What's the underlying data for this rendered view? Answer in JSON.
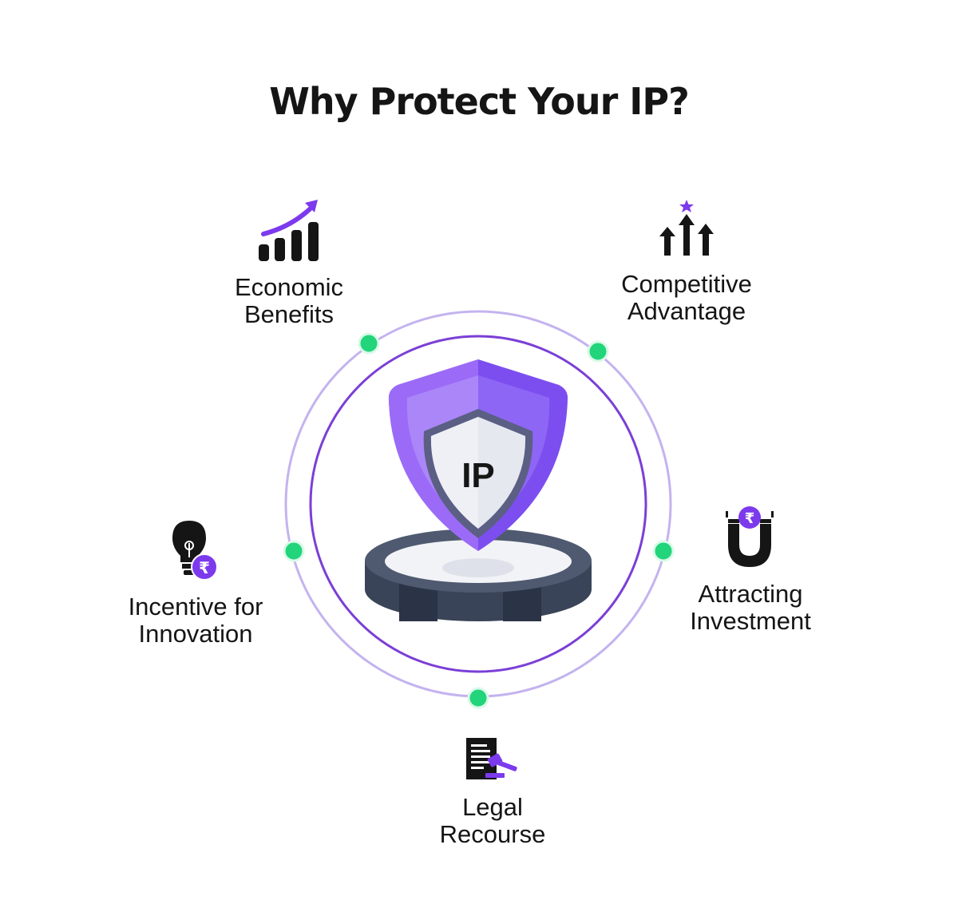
{
  "title": "Why Protect Your IP?",
  "center": {
    "label": "IP"
  },
  "benefits": [
    {
      "line1": "Economic",
      "line2": "Benefits",
      "icon": "bar-chart-growth-icon"
    },
    {
      "line1": "Competitive",
      "line2": "Advantage",
      "icon": "arrows-up-star-icon"
    },
    {
      "line1": "Attracting",
      "line2": "Investment",
      "icon": "magnet-rupee-icon"
    },
    {
      "line1": "Legal",
      "line2": "Recourse",
      "icon": "document-gavel-icon"
    },
    {
      "line1": "Incentive for",
      "line2": "Innovation",
      "icon": "lightbulb-rupee-icon"
    }
  ],
  "icon_glyphs": {
    "rupee": "₹"
  },
  "colors": {
    "purple": "#7c3aed",
    "purple_light": "#a78bfa",
    "ring_outer": "#b9a4ec",
    "ring_inner": "#7b3fd6",
    "node_green": "#22d47a",
    "dark": "#111111",
    "base_dark": "#3a4458"
  }
}
